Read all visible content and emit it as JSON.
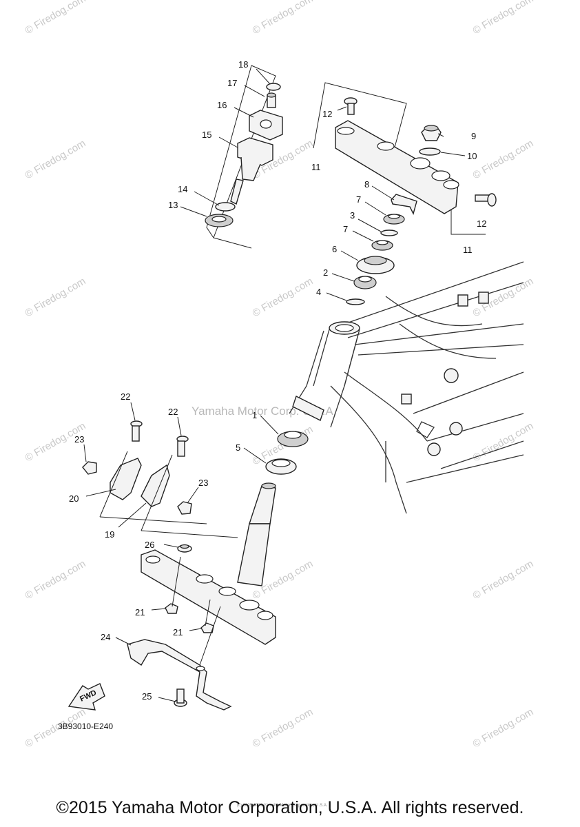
{
  "watermark": {
    "brand": "© Firedog.com",
    "center": "Yamaha Motor Corp. U.S.A."
  },
  "diagram_code": "3B93010-E240",
  "fwd_label": "FWD",
  "small_notice": "(c) 2005-2015 Yamaha Motor Corporation, U.S.A.",
  "copyright": "©2015 Yamaha Motor Corporation, U.S.A. All rights reserved.",
  "callouts": [
    "18",
    "17",
    "16",
    "15",
    "14",
    "13",
    "12",
    "11",
    "9",
    "10",
    "8",
    "7",
    "3",
    "7",
    "6",
    "2",
    "4",
    "12",
    "11",
    "1",
    "5",
    "22",
    "22",
    "23",
    "23",
    "20",
    "19",
    "26",
    "21",
    "21",
    "24",
    "25"
  ]
}
